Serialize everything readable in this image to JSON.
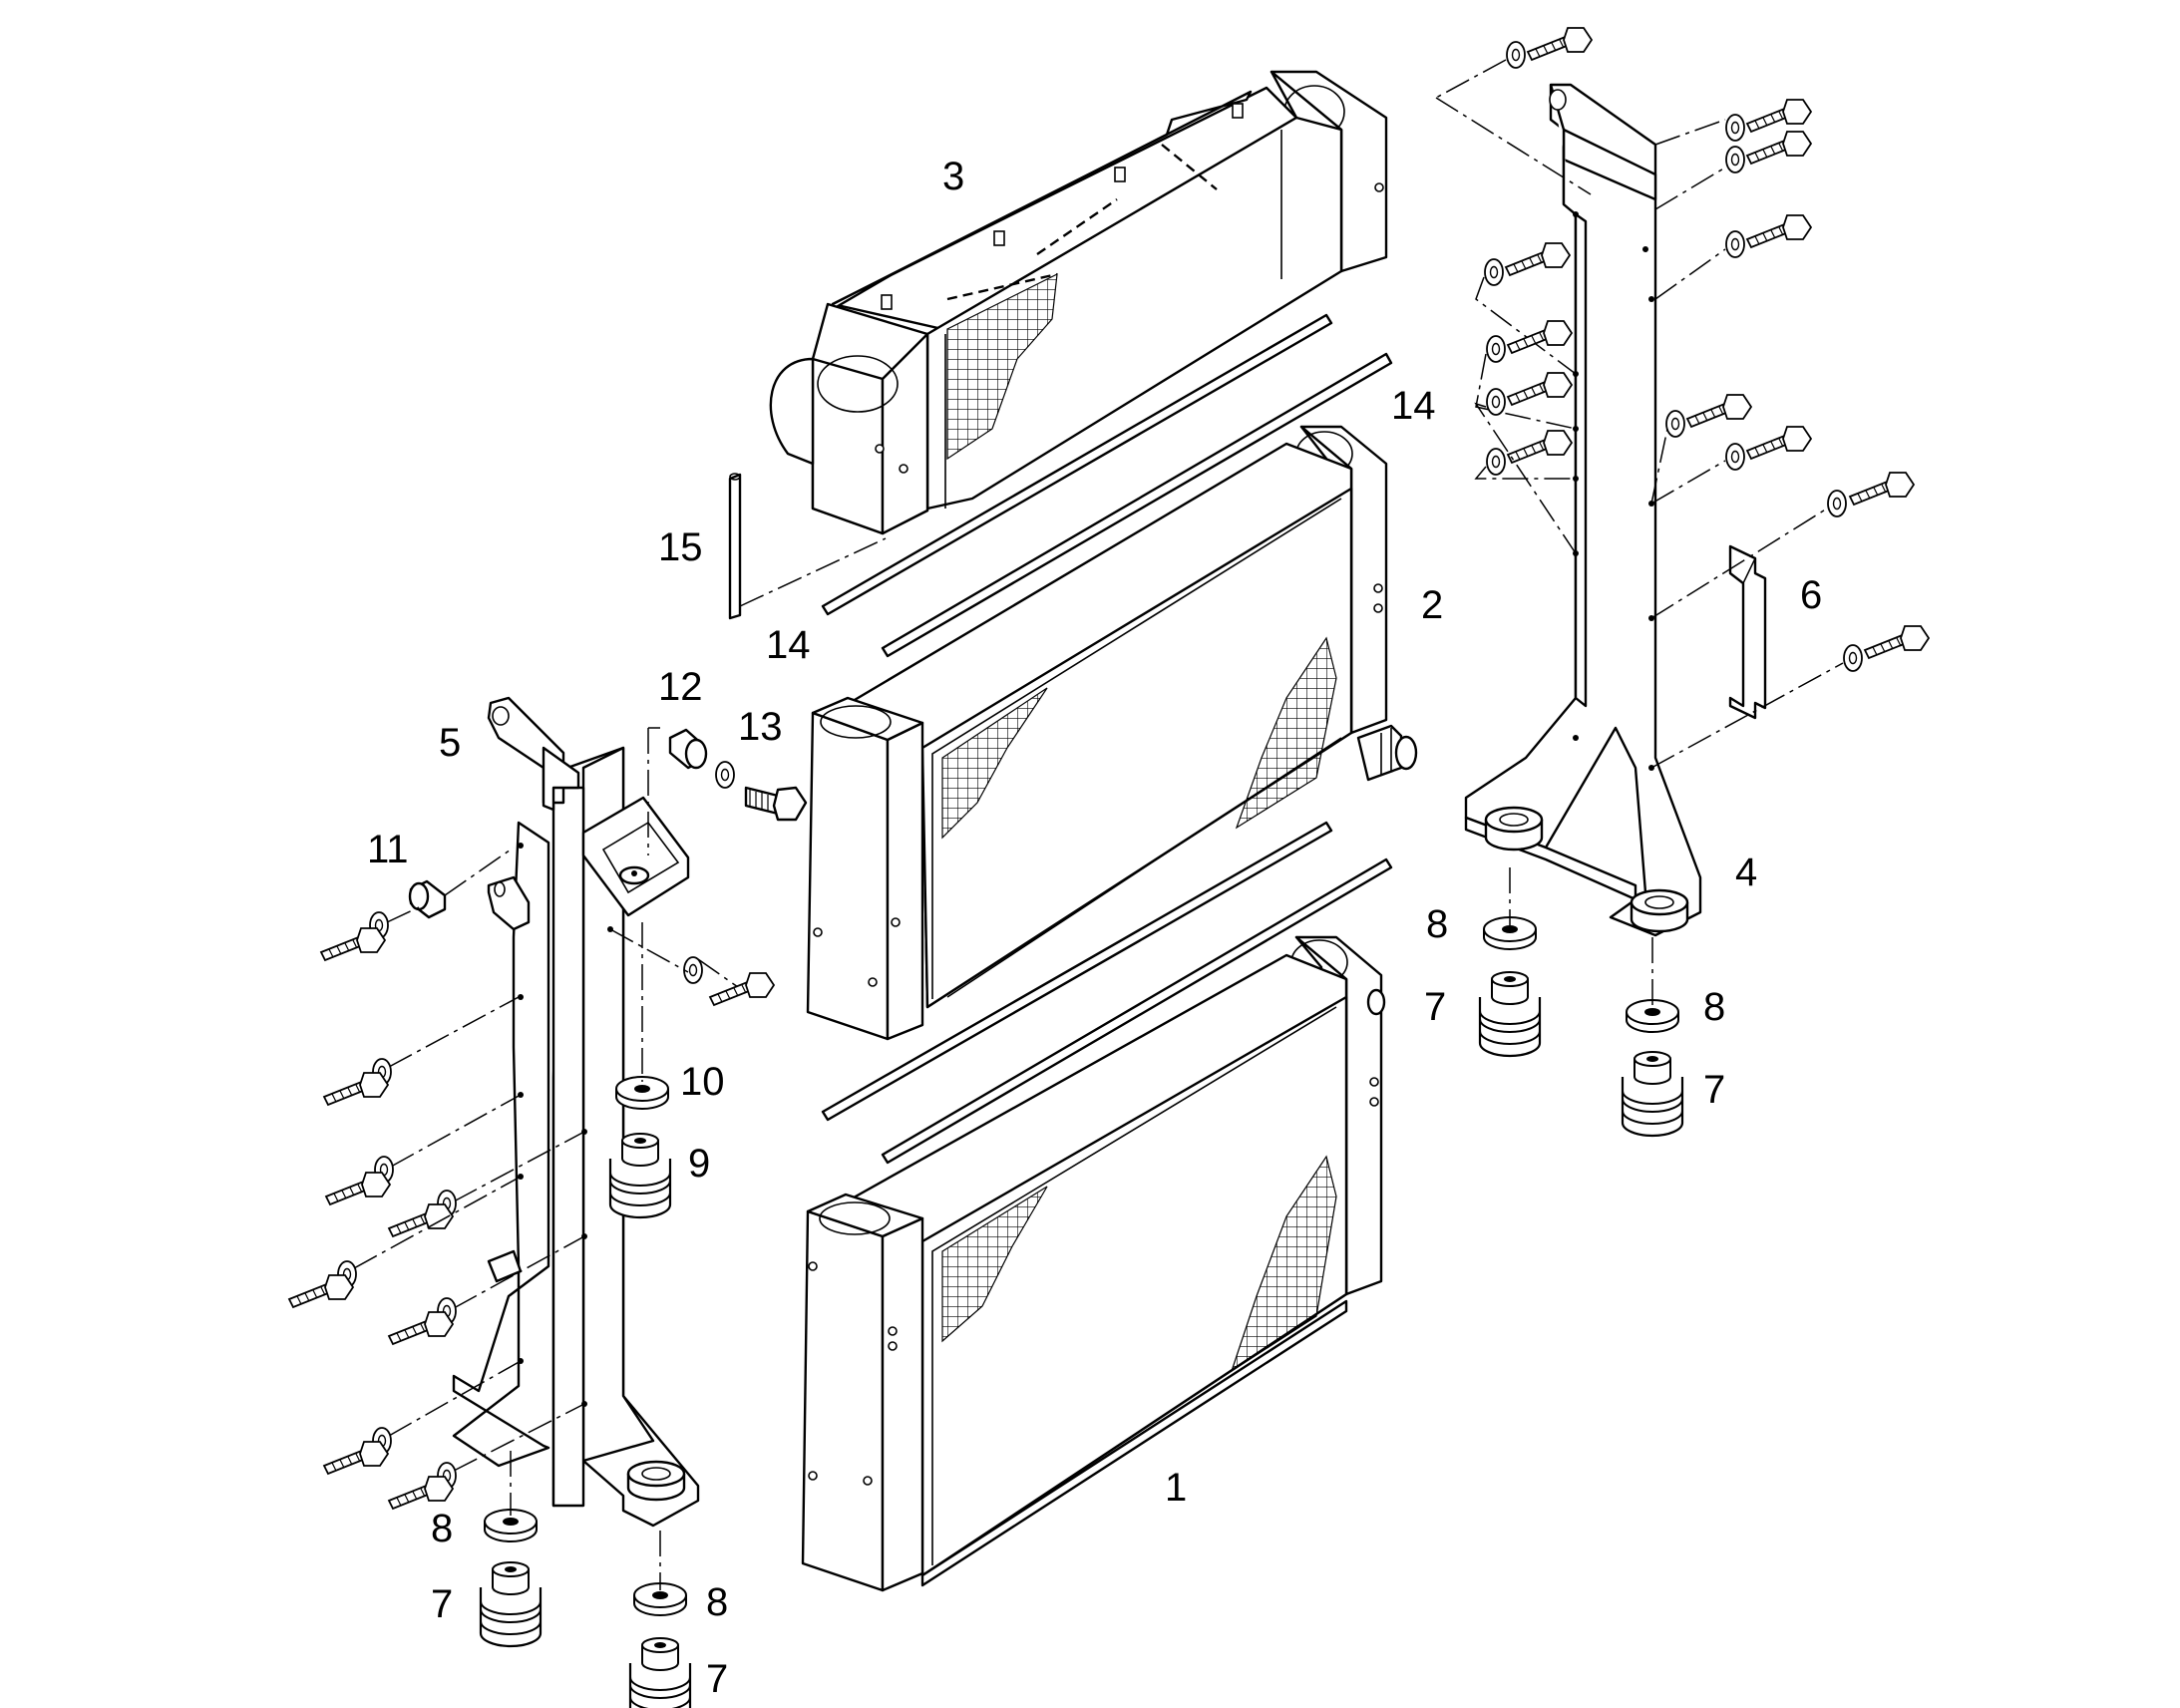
{
  "callouts": {
    "c1": "1",
    "c2": "2",
    "c3": "3",
    "c4": "4",
    "c5": "5",
    "c6": "6",
    "c7a": "7",
    "c7b": "7",
    "c7c": "7",
    "c7d": "7",
    "c8a": "8",
    "c8b": "8",
    "c8c": "8",
    "c8d": "8",
    "c9": "9",
    "c10": "10",
    "c11": "11",
    "c12": "12",
    "c13": "13",
    "c14a": "14",
    "c14b": "14",
    "c15": "15"
  },
  "colors": {
    "line": "#000000",
    "background": "#ffffff"
  }
}
